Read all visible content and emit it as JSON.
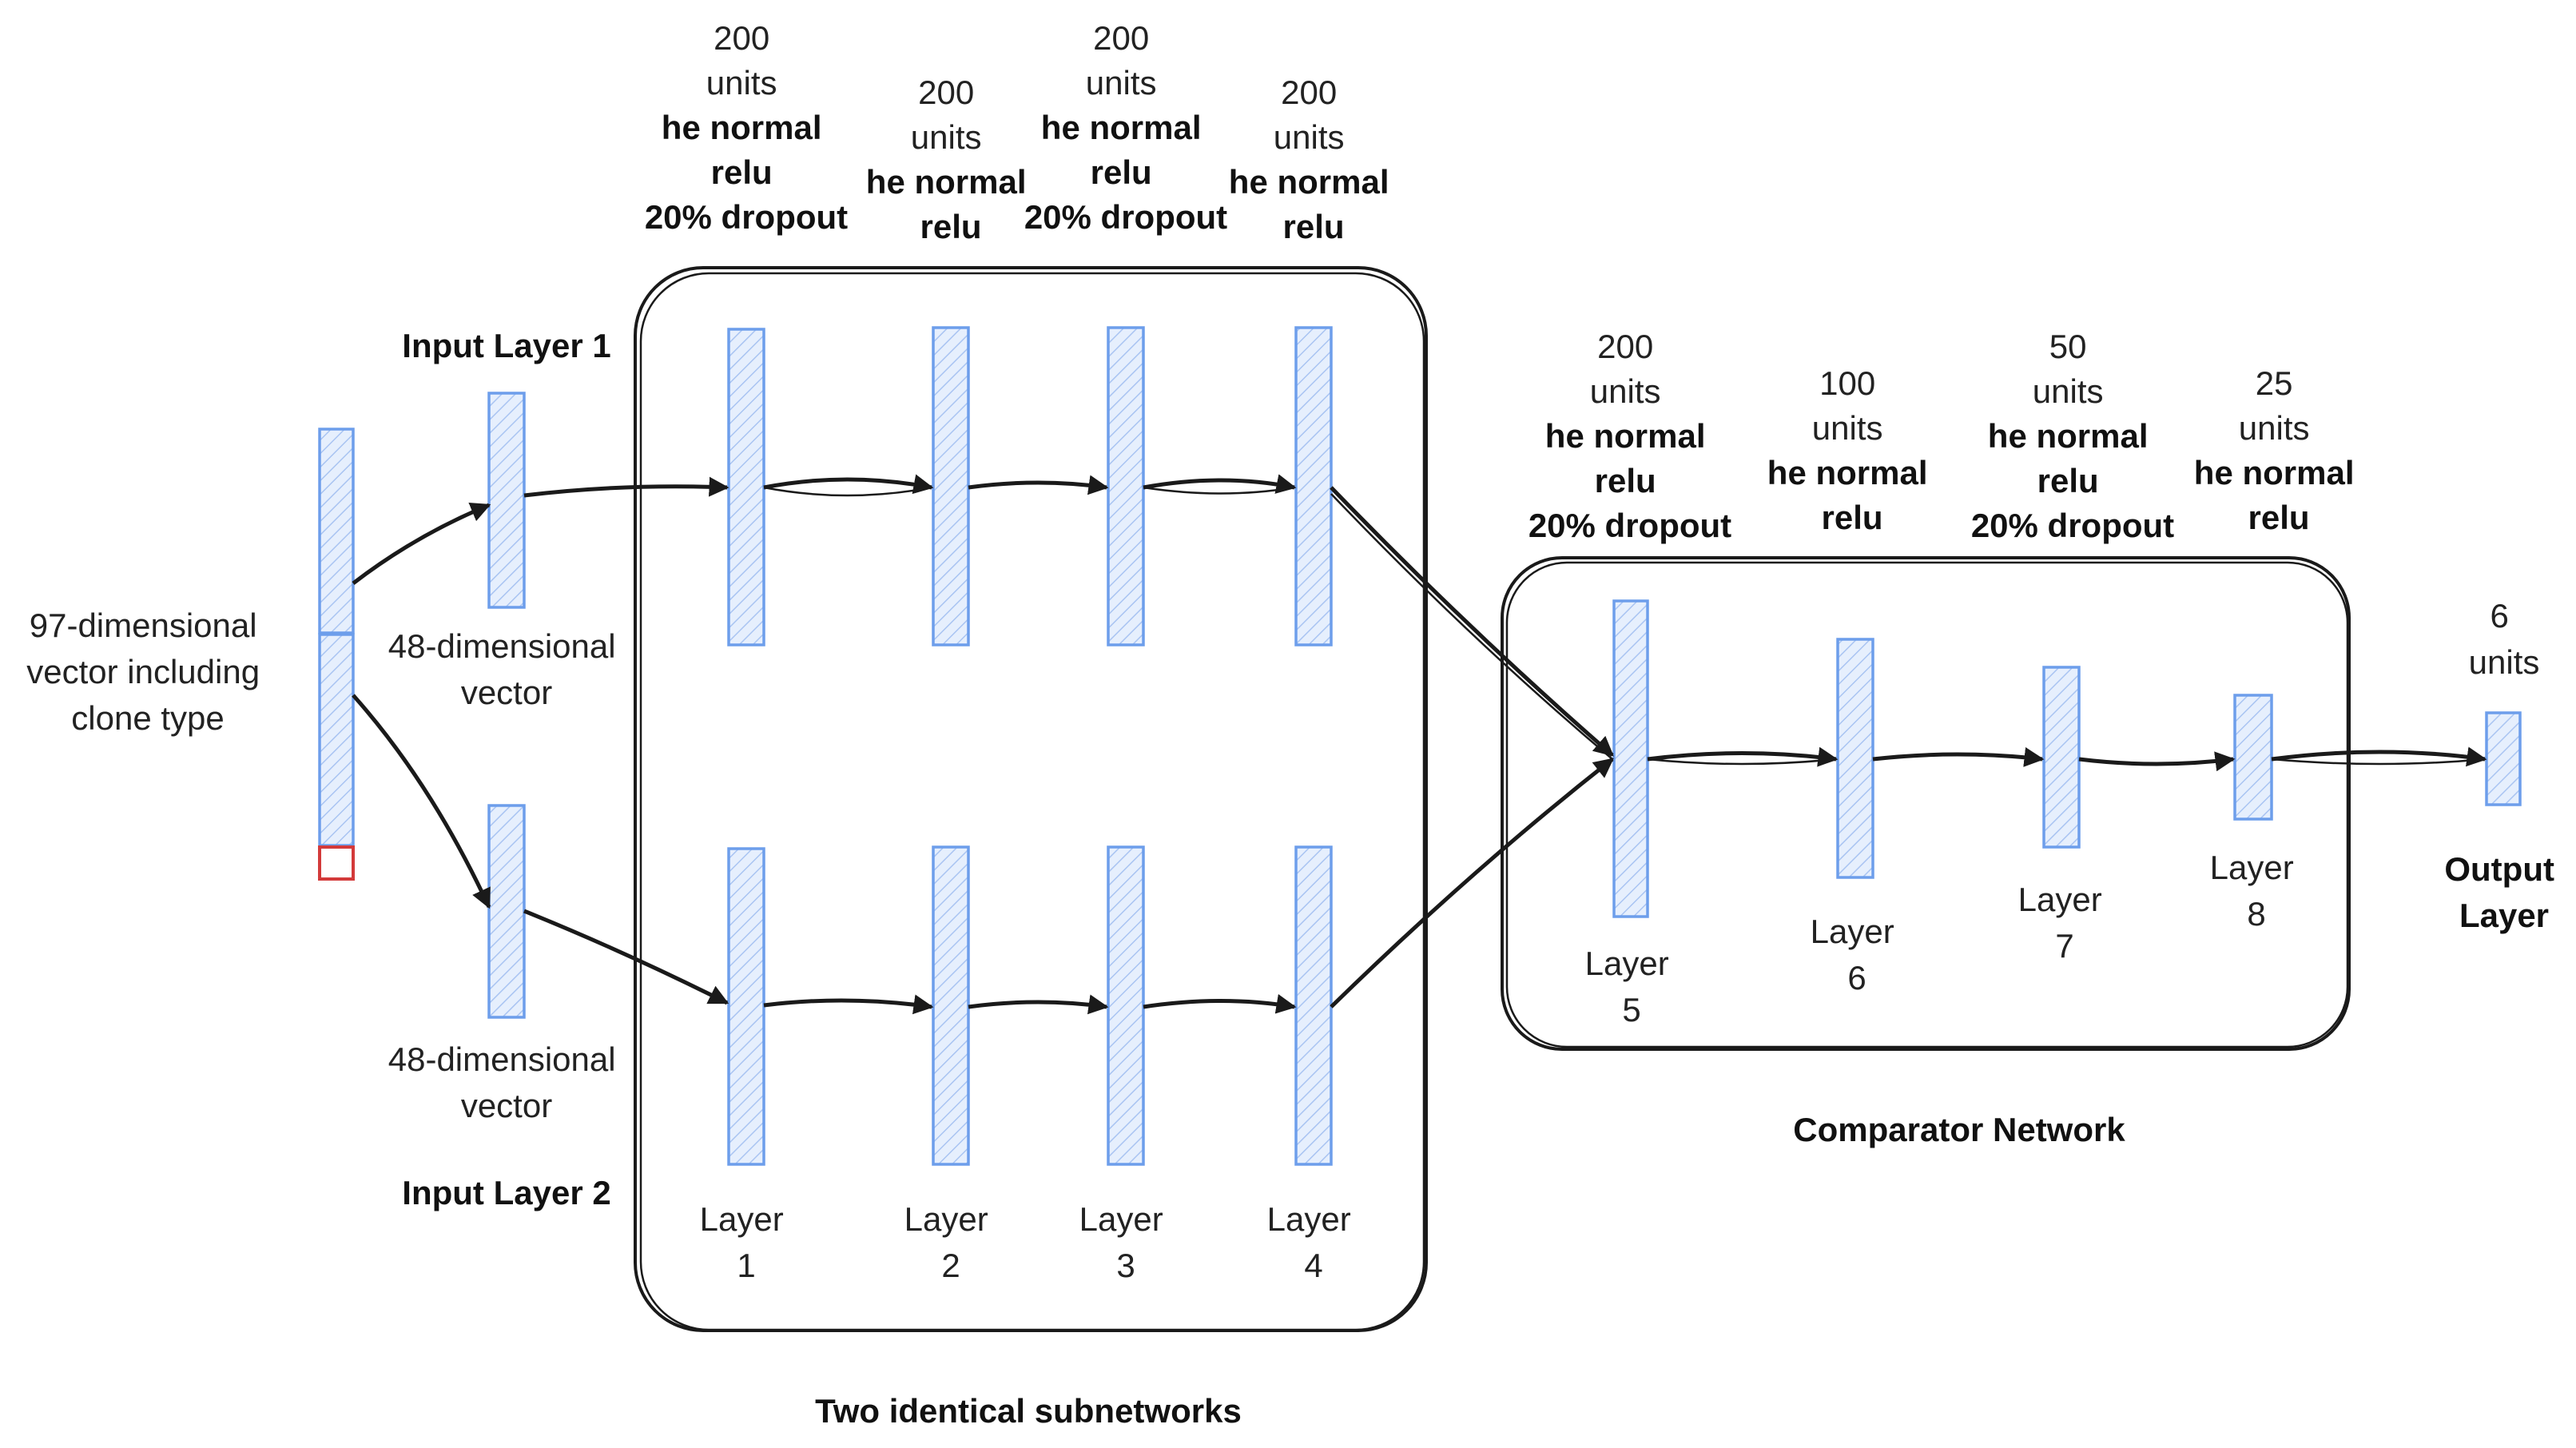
{
  "input": {
    "vector_label": [
      "97-dimensional",
      "vector including",
      "clone type"
    ],
    "input1_title": "Input Layer 1",
    "input2_title": "Input Layer 2",
    "input1_caption": [
      "48-dimensional",
      "vector"
    ],
    "input2_caption": [
      "48-dimensional",
      "vector"
    ]
  },
  "subnetworks": {
    "caption": "Two identical subnetworks",
    "layers": [
      {
        "label": [
          "Layer",
          "1"
        ],
        "spec_regular": [
          "200",
          "units"
        ],
        "spec_bold": [
          "he normal",
          "relu",
          "20% dropout"
        ]
      },
      {
        "label": [
          "Layer",
          "2"
        ],
        "spec_regular": [
          "200",
          "units"
        ],
        "spec_bold": [
          "he normal",
          "relu"
        ]
      },
      {
        "label": [
          "Layer",
          "3"
        ],
        "spec_regular": [
          "200",
          "units"
        ],
        "spec_bold": [
          "he normal",
          "relu",
          "20% dropout"
        ]
      },
      {
        "label": [
          "Layer",
          "4"
        ],
        "spec_regular": [
          "200",
          "units"
        ],
        "spec_bold": [
          "he normal",
          "relu"
        ]
      }
    ]
  },
  "comparator": {
    "caption": "Comparator Network",
    "layers": [
      {
        "label": [
          "Layer",
          "5"
        ],
        "spec_regular": [
          "200",
          "units"
        ],
        "spec_bold": [
          "he normal",
          "relu",
          "20% dropout"
        ]
      },
      {
        "label": [
          "Layer",
          "6"
        ],
        "spec_regular": [
          "100",
          "units"
        ],
        "spec_bold": [
          "he normal",
          "relu"
        ]
      },
      {
        "label": [
          "Layer",
          "7"
        ],
        "spec_regular": [
          "50",
          "units"
        ],
        "spec_bold": [
          "he normal",
          "relu",
          "20% dropout"
        ]
      },
      {
        "label": [
          "Layer",
          "8"
        ],
        "spec_regular": [
          "25",
          "units"
        ],
        "spec_bold": [
          "he normal",
          "relu"
        ]
      }
    ]
  },
  "output": {
    "label": [
      "Output",
      "Layer"
    ],
    "spec_regular": [
      "6",
      "units"
    ]
  },
  "colors": {
    "layer_stroke": "#6d9eeb",
    "layer_fill": "#dce8fb",
    "missing_cell": "#d33a3a"
  }
}
